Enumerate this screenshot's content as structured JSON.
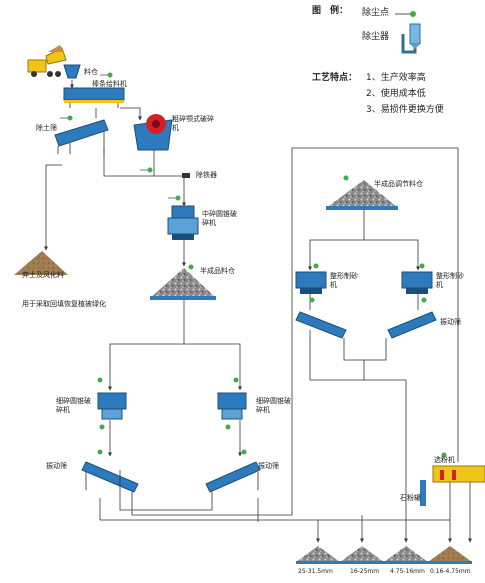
{
  "legend": {
    "title": "图　例：",
    "dust_point": "除尘点",
    "dust_collector": "除尘器"
  },
  "features": {
    "title": "工艺特点：",
    "items": [
      "1、生产效率高",
      "2、使用成本低",
      "3、易损件更换方便"
    ]
  },
  "labels": {
    "bin": "料仓",
    "grizzly_feeder": "棒条给料机",
    "soil_screen": "除土筛",
    "jaw_crusher": "粗碎颚式破碎机",
    "iron_remover": "除铁器",
    "mid_cone": "中碎圆锥破碎机",
    "semi_bin": "半成品料仓",
    "waste_soil": "弃土及风化料",
    "waste_use": "用于采取回填恢复植被绿化",
    "fine_cone": "细碎圆锥破碎机",
    "vib_screen": "振动筛",
    "semi_regulating_bin": "半成品调节料仓",
    "sand_maker": "整形制砂机",
    "powder_separator": "选粉机",
    "stone_powder_tank": "石粉罐"
  },
  "products": [
    "25-31.5mm",
    "16-25mm",
    "4.75-16mm",
    "0.16-4.75mm"
  ]
}
